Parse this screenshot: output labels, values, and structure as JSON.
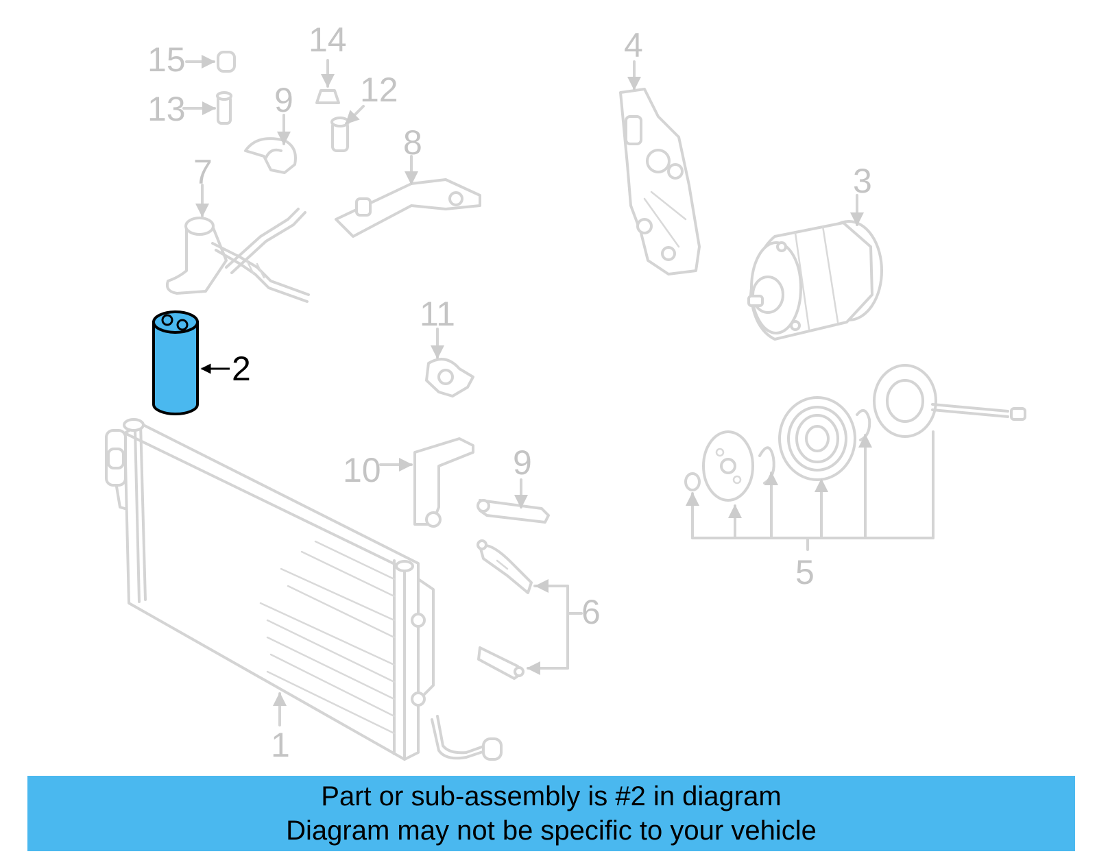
{
  "colors": {
    "highlight": "#4ab8ef",
    "part_outline": "#d4d4d4",
    "label_gray": "#c4c4c4",
    "label_active": "#000000",
    "banner_bg": "#4ab8ef"
  },
  "callouts": [
    {
      "id": "1",
      "text": "1",
      "active": false
    },
    {
      "id": "2",
      "text": "2",
      "active": true
    },
    {
      "id": "3",
      "text": "3",
      "active": false
    },
    {
      "id": "4",
      "text": "4",
      "active": false
    },
    {
      "id": "5",
      "text": "5",
      "active": false
    },
    {
      "id": "6",
      "text": "6",
      "active": false
    },
    {
      "id": "7",
      "text": "7",
      "active": false
    },
    {
      "id": "8",
      "text": "8",
      "active": false
    },
    {
      "id": "9a",
      "text": "9",
      "active": false
    },
    {
      "id": "9b",
      "text": "9",
      "active": false
    },
    {
      "id": "10",
      "text": "10",
      "active": false
    },
    {
      "id": "11",
      "text": "11",
      "active": false
    },
    {
      "id": "12",
      "text": "12",
      "active": false
    },
    {
      "id": "13",
      "text": "13",
      "active": false
    },
    {
      "id": "14",
      "text": "14",
      "active": false
    },
    {
      "id": "15",
      "text": "15",
      "active": false
    }
  ],
  "banner": {
    "line1": "Part or sub-assembly is #2 in diagram",
    "line2": "Diagram may not be specific to your vehicle"
  }
}
